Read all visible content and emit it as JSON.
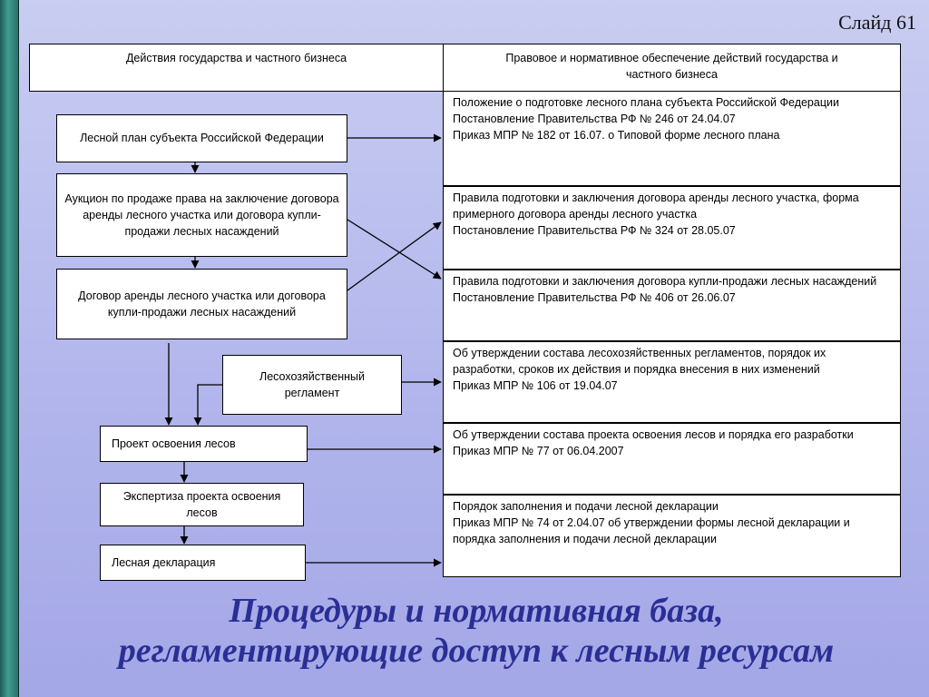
{
  "slide_label": "Слайд 61",
  "header": {
    "left": "Действия государства и частного бизнеса",
    "right": [
      "Правовое и нормативное обеспечение действий государства и",
      "частного бизнеса"
    ]
  },
  "flow_boxes": [
    "Лесной план субъекта Российской Федерации",
    "Аукцион по продаже права на заключение договора аренды лесного участка или договора купли-продажи лесных насаждений",
    "Договор аренды лесного участка или договора купли-продажи лесных насаждений",
    "Лесохозяйственный регламент",
    "Проект освоения лесов",
    "Экспертиза проекта освоения лесов",
    "Лесная декларация"
  ],
  "legal_boxes": [
    [
      "Положение о подготовке лесного плана субъекта Российской Федерации",
      "Постановление Правительства РФ № 246 от 24.04.07",
      "Приказ МПР № 182 от 16.07. о Типовой форме лесного плана"
    ],
    [
      "Правила подготовки и заключения договора аренды лесного участка, форма примерного договора аренды лесного участка",
      "Постановление Правительства РФ № 324 от 28.05.07"
    ],
    [
      "Правила подготовки и заключения договора купли-продажи лесных насаждений",
      "Постановление Правительства РФ № 406 от 26.06.07"
    ],
    [
      "Об утверждении состава лесохозяйственных регламентов, порядок их разработки, сроков их действия и порядка внесения в них изменений",
      "Приказ МПР № 106 от 19.04.07"
    ],
    [
      "Об утверждении состава проекта освоения лесов и порядка его разработки",
      "Приказ МПР № 77 от 06.04.2007"
    ],
    [
      "Порядок заполнения и подачи лесной декларации",
      "Приказ МПР № 74 от 2.04.07 об утверждении формы лесной декларации и порядка заполнения и подачи лесной декларации"
    ]
  ],
  "title": [
    "Процедуры и нормативная база,",
    "регламентирующие доступ к лесным ресурсам"
  ]
}
